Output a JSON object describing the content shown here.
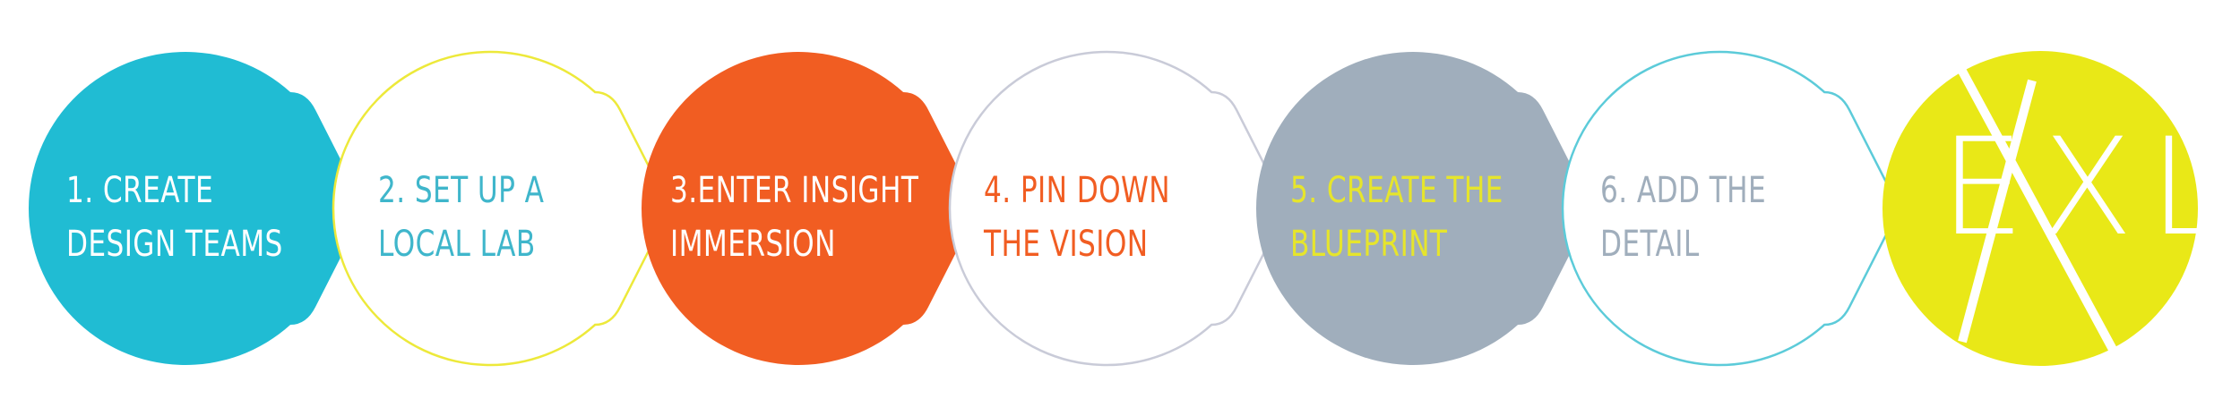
{
  "steps": [
    {
      "line1": "1. CREATE",
      "line2": "DESIGN TEAMS",
      "style": "filled",
      "color": "#20BCD3",
      "text_color": "#FFFFFF"
    },
    {
      "line1": "2. SET UP A",
      "line2": "LOCAL LAB",
      "style": "outline",
      "color": "#EDE93A",
      "text_color": "#3FB6CB"
    },
    {
      "line1": "3.ENTER INSIGHT",
      "line2": "IMMERSION",
      "style": "filled",
      "color": "#F15D22",
      "text_color": "#FFFFFF"
    },
    {
      "line1": "4. PIN DOWN",
      "line2": "THE VISION",
      "style": "outline",
      "color": "#C9CBD8",
      "text_color": "#F15D22"
    },
    {
      "line1": "5. CREATE THE",
      "line2": "BLUEPRINT",
      "style": "filled",
      "color": "#A0AEBC",
      "text_color": "#E6E52C"
    },
    {
      "line1": "6. ADD THE",
      "line2": "DETAIL",
      "style": "outline",
      "color": "#5CCBD9",
      "text_color": "#A0AEBC"
    }
  ],
  "logo": {
    "text": "EXL",
    "background": "#E9E817",
    "foreground": "#FFFFFF"
  }
}
